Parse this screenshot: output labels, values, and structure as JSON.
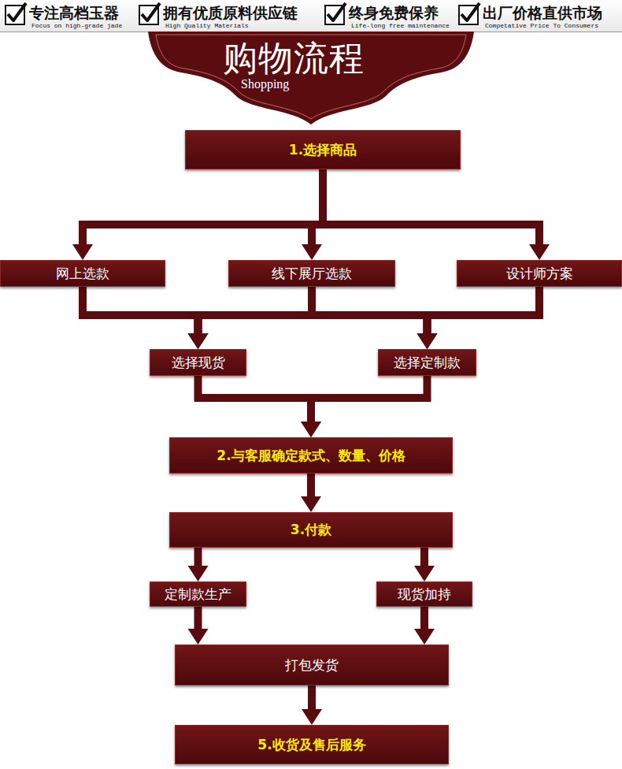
{
  "diagram": {
    "title": "购物流程",
    "nodes": [
      {
        "text": [
          "1.选择商品"
        ]
      },
      {
        "text": [
          "网上选款"
        ]
      },
      {
        "text": [
          "线下展厅选款"
        ]
      },
      {
        "text": [
          "设计师方案"
        ]
      },
      {
        "text": [
          "选择现货"
        ]
      },
      {
        "text": [
          "选择定制款"
        ]
      },
      {
        "text": [
          "2.与客服确定款式、数量、价格"
        ]
      },
      {
        "text": [
          "3.付款"
        ]
      },
      {
        "text": [
          "定制款生产"
        ]
      },
      {
        "text": [
          "现货加持"
        ]
      },
      {
        "text": [
          "打包发货"
        ]
      },
      {
        "text": [
          "5.收货及售后服务"
        ]
      }
    ],
    "edges": [
      {
        "from": 0,
        "to": 1,
        "arrow": "to"
      },
      {
        "from": 0,
        "to": 2,
        "arrow": "to"
      },
      {
        "from": 0,
        "to": 3,
        "arrow": "to"
      },
      {
        "from": 1,
        "to": 4,
        "arrow": "to"
      },
      {
        "from": 1,
        "to": 5,
        "arrow": "to"
      },
      {
        "from": 2,
        "to": 4,
        "arrow": "to"
      },
      {
        "from": 2,
        "to": 5,
        "arrow": "to"
      },
      {
        "from": 3,
        "to": 4,
        "arrow": "to"
      },
      {
        "from": 3,
        "to": 5,
        "arrow": "to"
      },
      {
        "from": 4,
        "to": 6,
        "arrow": "to"
      },
      {
        "from": 5,
        "to": 6,
        "arrow": "to"
      },
      {
        "from": 6,
        "to": 7,
        "arrow": "to"
      },
      {
        "from": 7,
        "to": 8,
        "arrow": "to"
      },
      {
        "from": 7,
        "to": 9,
        "arrow": "to"
      },
      {
        "from": 8,
        "to": 10,
        "arrow": "to"
      },
      {
        "from": 9,
        "to": 10,
        "arrow": "to"
      },
      {
        "from": 10,
        "to": 11,
        "arrow": "to"
      }
    ],
    "labels": [
      "专注高档玉器",
      "Focus on high-grade jade",
      "拥有优质原料供应链",
      "High Quality Materials",
      "终身免费保养",
      "Life-long free maintenance",
      "出厂价格直供市场",
      "Competative Price To Consumers",
      "Shopping"
    ]
  }
}
